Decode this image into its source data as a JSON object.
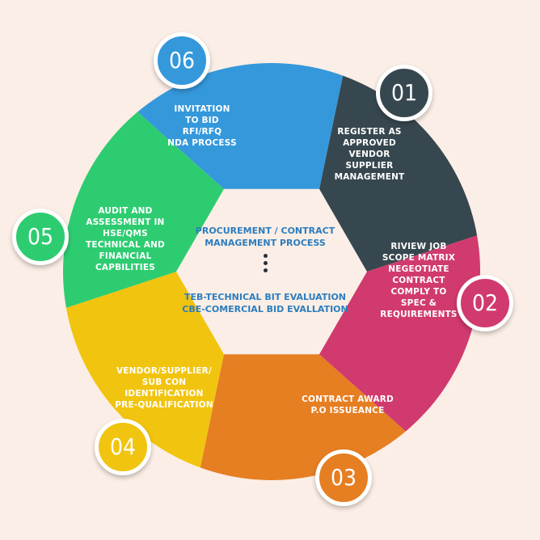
{
  "diagram": {
    "center": {
      "title": "PROCUREMENT / CONTRACT\nMANAGEMENT PROCESS",
      "subtitle": "TEB-TECHNICAL BIT EVALUATION\nCBE-COMERCIAL BID EVALLATION"
    },
    "steps": [
      {
        "number": "01",
        "color": "#37474f",
        "text": "REGISTER AS\nAPPROVED\nVENDOR\nSUPPLIER\nMANAGEMENT"
      },
      {
        "number": "02",
        "color": "#d13a6e",
        "text": "RIVIEW JOB\nSCOPE MATRIX\nNEGEOTIATE\nCONTRACT\nCOMPLY TO\nSPEC &\nREQUIREMENTS"
      },
      {
        "number": "03",
        "color": "#e67e22",
        "text": "CONTRACT AWARD\nP.O ISSUEANCE"
      },
      {
        "number": "04",
        "color": "#f1c40f",
        "text": "VENDOR/SUPPLIER/\nSUB CON\nIDENTIFICATION\nPRE-QUALIFICATION"
      },
      {
        "number": "05",
        "color": "#2ecc71",
        "text": "AUDIT AND\nASSESSMENT IN\nHSE/QMS\nTECHNICAL AND\nFINANCIAL\nCAPBILITIES"
      },
      {
        "number": "06",
        "color": "#3498db",
        "text": "INVITATION\nTO BID\nRFI/RFQ\nNDA PROCESS"
      }
    ]
  }
}
